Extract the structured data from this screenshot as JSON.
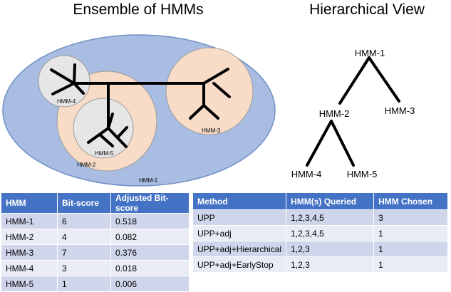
{
  "titles": {
    "left": "Ensemble of HMMs",
    "right": "Hierarchical View"
  },
  "ensemble": {
    "labels": {
      "hmm1": "HMM-1",
      "hmm2": "HMM-2",
      "hmm3": "HMM-3",
      "hmm4": "HMM-4",
      "hmm5": "HMM-5"
    },
    "colors": {
      "outer": "#a9bde2",
      "outer_stroke": "#6f8fc4",
      "peach": "#f8dcc8",
      "gray": "#e6e6e6",
      "circle_stroke": "#9a9a9a"
    }
  },
  "hierarchy": {
    "nodes": {
      "root": "HMM-1",
      "mid": "HMM-2",
      "right": "HMM-3",
      "leaf_left": "HMM-4",
      "leaf_right": "HMM-5"
    }
  },
  "tables": {
    "scores": {
      "headers": [
        "HMM",
        "Bit-score",
        "Adjusted Bit-score"
      ],
      "rows": [
        [
          "HMM-1",
          "6",
          "0.518"
        ],
        [
          "HMM-2",
          "4",
          "0.082"
        ],
        [
          "HMM-3",
          "7",
          "0.376"
        ],
        [
          "HMM-4",
          "3",
          "0.018"
        ],
        [
          "HMM-5",
          "1",
          "0.006"
        ]
      ]
    },
    "methods": {
      "headers": [
        "Method",
        "HMM(s) Queried",
        "HMM Chosen"
      ],
      "rows": [
        [
          "UPP",
          "1,2,3,4,5",
          "3"
        ],
        [
          "UPP+adj",
          "1,2,3,4,5",
          "1"
        ],
        [
          "UPP+adj+Hierarchical",
          "1,2,3",
          "1"
        ],
        [
          "UPP+adj+EarlyStop",
          "1,2,3",
          "1"
        ]
      ]
    }
  },
  "colors": {
    "header": "#4472c4",
    "row_odd": "#cfd5ea",
    "row_even": "#e9ebf5"
  }
}
